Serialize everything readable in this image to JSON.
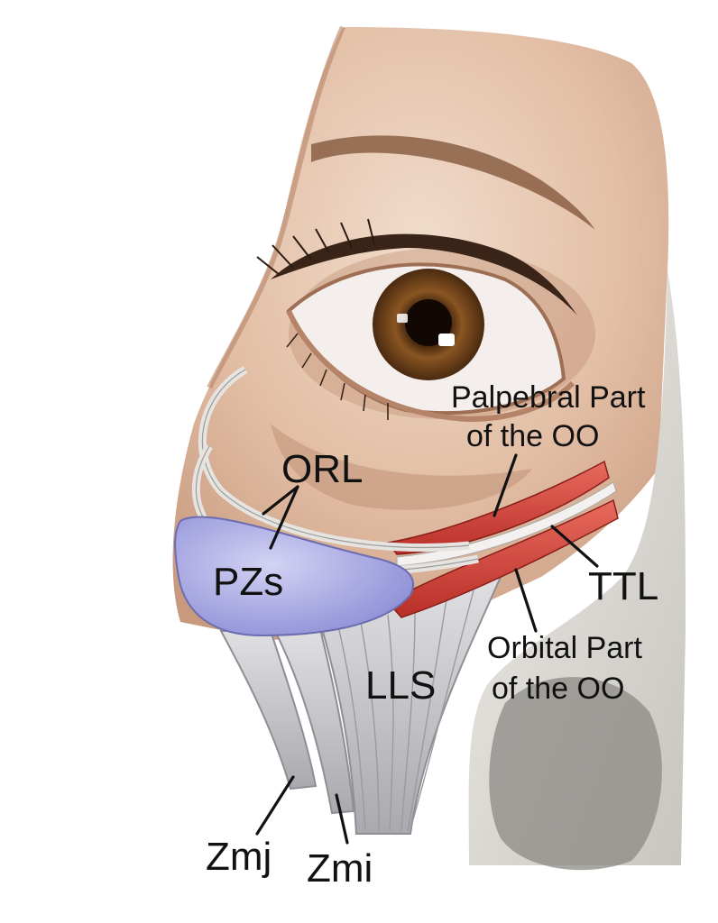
{
  "labels": {
    "palpebral_line1": "Palpebral Part",
    "palpebral_line2": "of the OO",
    "orl": "ORL",
    "pzs": "PZs",
    "ttl": "TTL",
    "orbital_line1": "Orbital Part",
    "orbital_line2": "of the OO",
    "lls": "LLS",
    "zmj": "Zmj",
    "zmi": "Zmi"
  },
  "colors": {
    "skin": "#e2bea5",
    "skin_shadow": "#b98c70",
    "iris": "#7a4a1c",
    "muscle_red": "#d2443a",
    "ligament_white": "#e8e8ea",
    "fat_pad": "#a9a9e6",
    "muscle_grey": "#c9c9cd",
    "bone": "#e4e2dd"
  }
}
